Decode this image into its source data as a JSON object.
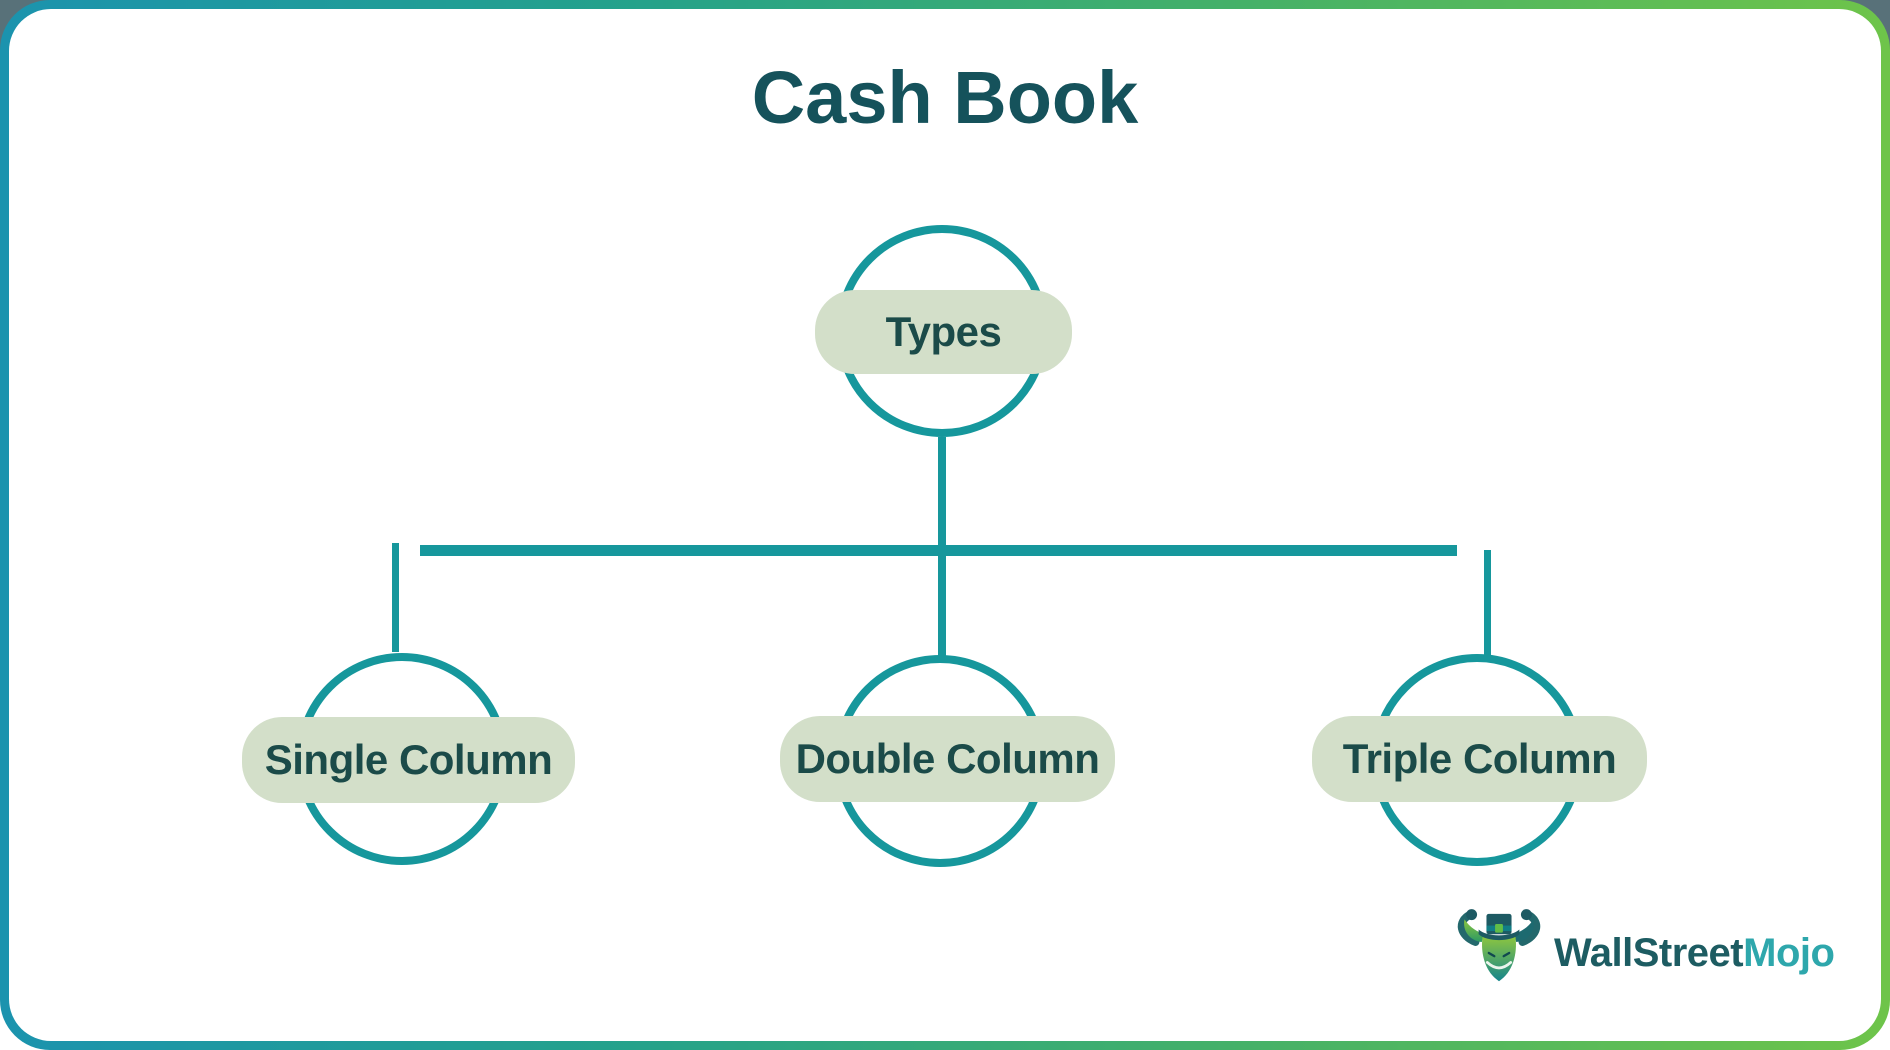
{
  "title": "Cash Book",
  "diagram": {
    "root": {
      "label": "Types"
    },
    "children": [
      {
        "label": "Single Column"
      },
      {
        "label": "Double Column"
      },
      {
        "label": "Triple Column"
      }
    ]
  },
  "logo": {
    "brand_primary": "WallStreet",
    "brand_secondary": "Mojo",
    "icon": "bull-mascot-with-top-hat-icon"
  },
  "colors": {
    "ink_title": "#15525b",
    "ink_label": "#1b4b49",
    "node_stroke": "#16979c",
    "pill_fill": "#d3dfc9",
    "border_gradient_start": "#1b93ae",
    "border_gradient_end": "#6ec44a",
    "corner_backdrop": "#587179",
    "logo_primary": "#1d5c62",
    "logo_secondary": "#2ea7ac"
  }
}
